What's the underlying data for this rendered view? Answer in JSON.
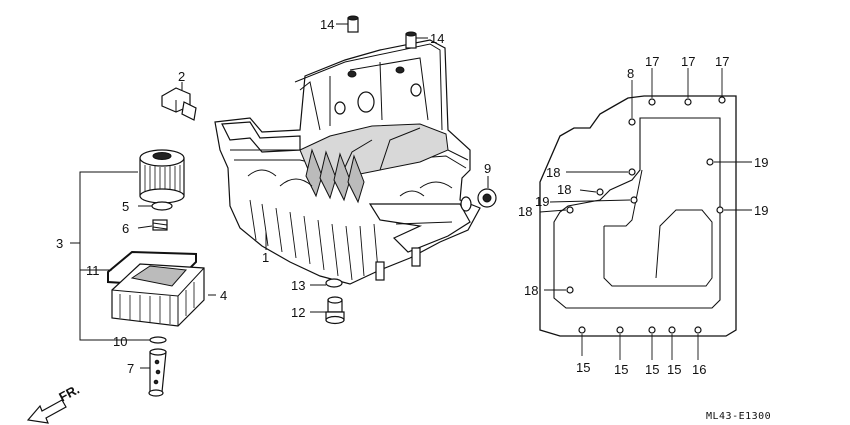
{
  "diagram": {
    "diagram_code": "ML43-E1300",
    "front_marker": "FR.",
    "callouts": {
      "c1": "1",
      "c2": "2",
      "c3": "3",
      "c4": "4",
      "c5": "5",
      "c6": "6",
      "c7": "7",
      "c8": "8",
      "c9": "9",
      "c10": "10",
      "c11": "11",
      "c12": "12",
      "c13": "13",
      "c14a": "14",
      "c14b": "14",
      "c15a": "15",
      "c15b": "15",
      "c15c": "15",
      "c15d": "15",
      "c16": "16",
      "c17a": "17",
      "c17b": "17",
      "c17c": "17",
      "c18a": "18",
      "c18b": "18",
      "c18c": "18",
      "c18d": "18",
      "c19a": "19",
      "c19b": "19",
      "c19c": "19"
    }
  }
}
